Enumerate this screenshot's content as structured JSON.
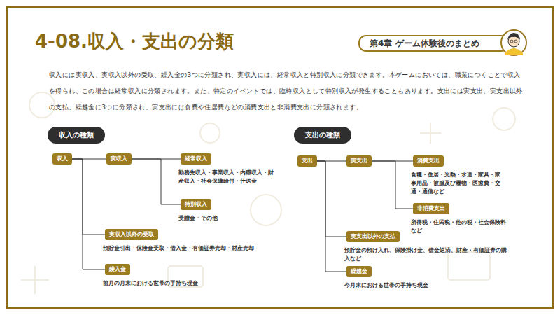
{
  "diagram": {
    "title": "4-08.収入・支出の分類",
    "nodes": [
      {
        "text": [
          "第4章 ゲーム体験後のまとめ"
        ]
      },
      {
        "text": [
          "収入の種類"
        ]
      },
      {
        "text": [
          "収入"
        ]
      },
      {
        "text": [
          "実収入"
        ]
      },
      {
        "text": [
          "経常収入",
          "勤務先収入・事業収入・内職収入・財産収入・社会保障給付・仕送金"
        ]
      },
      {
        "text": [
          "特別収入",
          "受贈金・その他"
        ]
      },
      {
        "text": [
          "実収入以外の受取",
          "預貯金引出・保険金受取・借入金・有価証券売却・財産売却"
        ]
      },
      {
        "text": [
          "繰入金",
          "前月の月末における世帯の手持ち現金"
        ]
      },
      {
        "text": [
          "支出の種類"
        ]
      },
      {
        "text": [
          "支出"
        ]
      },
      {
        "text": [
          "実支出"
        ]
      },
      {
        "text": [
          "消費支出",
          "食糧・住居・光熱・水道・家具・家事用品・被服及び履物・医療費・交通・通信など"
        ]
      },
      {
        "text": [
          "非消費支出",
          "所得税・住民税・他の税・社会保険料など"
        ]
      },
      {
        "text": [
          "実支出以外の支払",
          "預貯金の預け入れ、保険掛け金、借金返済、財産・有価証券の購入など"
        ]
      },
      {
        "text": [
          "繰越金",
          "今月末における世帯の手持ち現金"
        ]
      }
    ],
    "edges": [
      {
        "from": 2,
        "to": 3,
        "arrow": "none"
      },
      {
        "from": 2,
        "to": 6,
        "arrow": "none"
      },
      {
        "from": 2,
        "to": 7,
        "arrow": "none"
      },
      {
        "from": 3,
        "to": 4,
        "arrow": "none"
      },
      {
        "from": 3,
        "to": 5,
        "arrow": "none"
      },
      {
        "from": 9,
        "to": 10,
        "arrow": "none"
      },
      {
        "from": 9,
        "to": 13,
        "arrow": "none"
      },
      {
        "from": 9,
        "to": 14,
        "arrow": "none"
      },
      {
        "from": 10,
        "to": 11,
        "arrow": "none"
      },
      {
        "from": 10,
        "to": 12,
        "arrow": "none"
      }
    ],
    "labels": [
      "収入には実収入、実収入以外の受取、繰入金の3つに分類され、実収入には、経常収入と特別収入に分類できます。本ゲームにおいては、職業につくことで収入を得られ、この場合は経常収入に分類されます。また、特定のイベントでは、臨時収入として特別収入が発生することもあります。支出には実支出、実支出以外の支払、繰越金に3つに分類され、実支出には食費や住居費などの消費支出と非消費支出に分類されます。"
    ]
  }
}
